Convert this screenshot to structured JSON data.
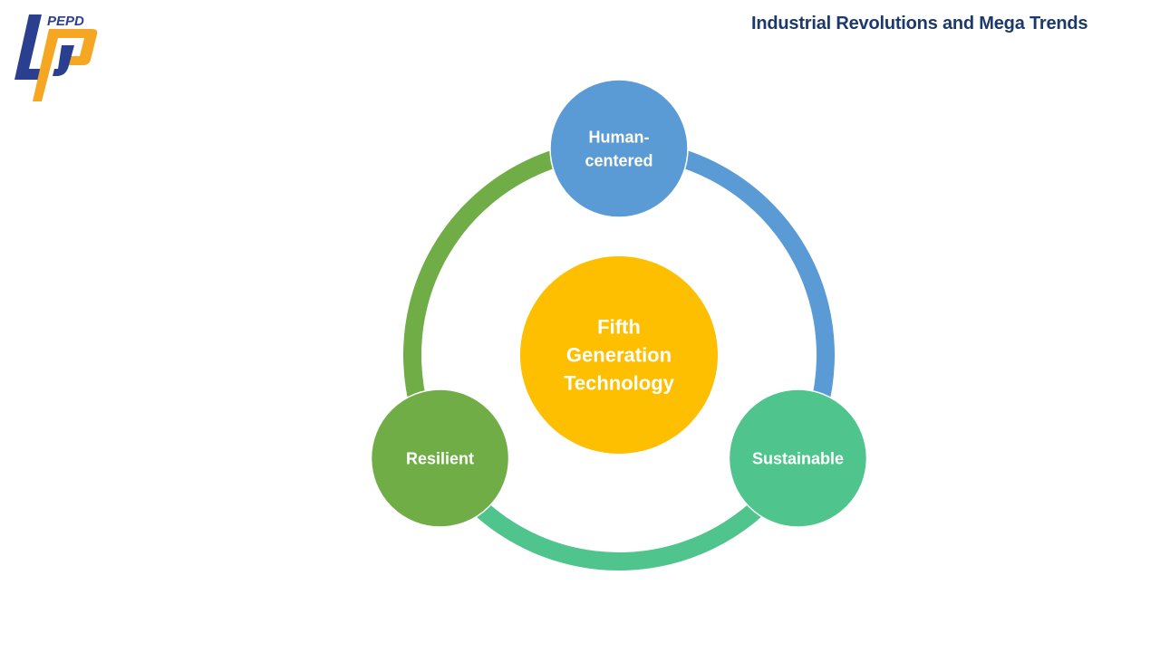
{
  "header": {
    "title": "Industrial Revolutions and Mega Trends",
    "logo_text": "PEPD",
    "logo_icon": "pepd-logo-icon"
  },
  "colors": {
    "title": "#1b3a6b",
    "logo_blue": "#2a3f8f",
    "logo_orange": "#f5a623",
    "center": "#fdbf00",
    "human_centered": "#5b9bd5",
    "sustainable": "#4fc48d",
    "resilient": "#70ad47"
  },
  "diagram": {
    "center": {
      "lines": [
        "Fifth",
        "Generation",
        "Technology"
      ]
    },
    "nodes": [
      {
        "id": "human-centered",
        "lines": [
          "Human-",
          "centered"
        ],
        "color_key": "human_centered"
      },
      {
        "id": "sustainable",
        "lines": [
          "Sustainable"
        ],
        "color_key": "sustainable"
      },
      {
        "id": "resilient",
        "lines": [
          "Resilient"
        ],
        "color_key": "resilient"
      }
    ],
    "arcs": [
      {
        "from": "human-centered",
        "to": "sustainable",
        "color_key": "human_centered"
      },
      {
        "from": "sustainable",
        "to": "resilient",
        "color_key": "sustainable"
      },
      {
        "from": "resilient",
        "to": "human-centered",
        "color_key": "resilient"
      }
    ]
  }
}
